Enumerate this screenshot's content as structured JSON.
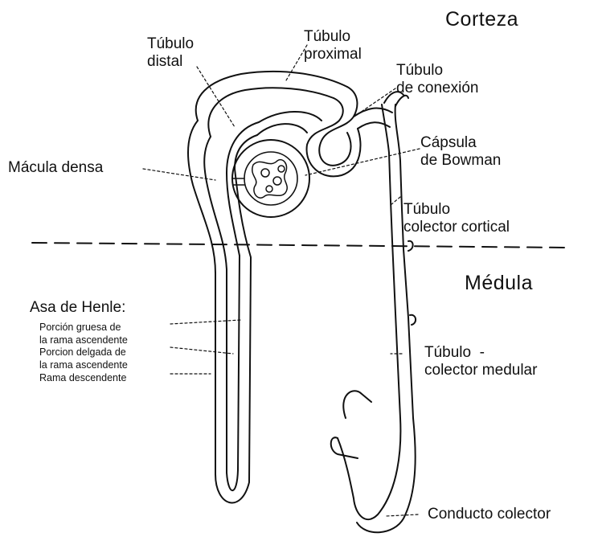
{
  "regions": {
    "cortex": "Corteza",
    "medulla": "Médula"
  },
  "labels": {
    "distal_tubule": [
      "Túbulo",
      "distal"
    ],
    "proximal_tubule": [
      "Túbulo",
      "proximal"
    ],
    "connecting_tubule": [
      "Túbulo",
      "de conexión"
    ],
    "bowman_capsule": [
      "Cápsula",
      "de Bowman"
    ],
    "macula_densa": "Mácula densa",
    "cortical_collecting_tubule": [
      "Túbulo",
      "colector cortical"
    ],
    "loop_of_henle": "Asa de Henle:",
    "medullary_collecting_tubule": [
      "Túbulo  -",
      "colector medular"
    ],
    "collecting_duct": "Conducto colector"
  },
  "henle_parts": [
    "Porción gruesa de",
    "la rama ascendente",
    "Porcion delgada de",
    "la rama ascendente",
    "Rama descendente"
  ],
  "colors": {
    "ink": "#111111",
    "background": "#ffffff"
  }
}
